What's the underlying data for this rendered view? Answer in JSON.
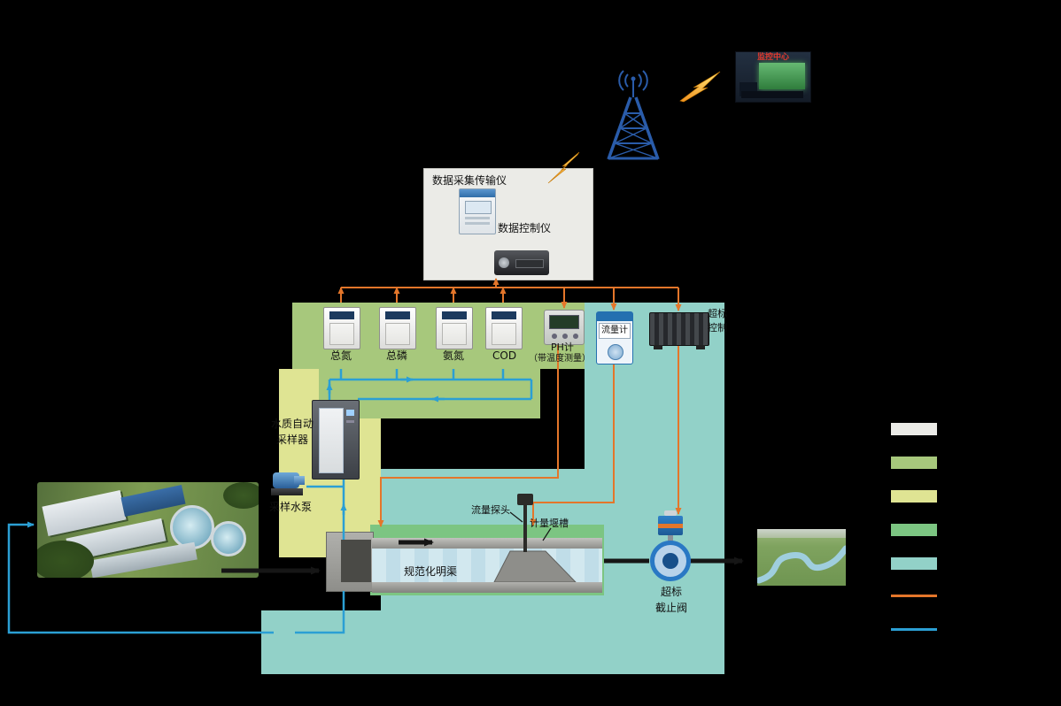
{
  "colors": {
    "background": "#000000",
    "signal_line_orange": "#e4762a",
    "water_line_blue": "#2b9fd4",
    "flow_line_black": "#161616",
    "region_data": "#ebebe7",
    "region_analyzers": "#a7c87c",
    "region_sampling": "#dfe493",
    "region_channel": "#7cc582",
    "region_control": "#92d1c8"
  },
  "monitor_center": {
    "label": "监控中心"
  },
  "databox": {
    "collector_label": "数据采集传输仪",
    "controller_label": "数据控制仪"
  },
  "analyzers": {
    "items": [
      {
        "label": "总氮"
      },
      {
        "label": "总磷"
      },
      {
        "label": "氨氮"
      },
      {
        "label": "COD"
      }
    ]
  },
  "ph_meter": {
    "label": "PH计",
    "note": "（带温度测量）"
  },
  "flow_meter": {
    "label": "流量计"
  },
  "overlimit_controller": {
    "label_line1": "超标",
    "label_line2": "控制"
  },
  "sampler": {
    "label_line1": "水质自动",
    "label_line2": "采样器"
  },
  "sampling_pump": {
    "label": "采样水泵"
  },
  "channel": {
    "label": "规范化明渠",
    "probe_label": "流量探头",
    "weir_label": "计量堰槽"
  },
  "shutoff_valve": {
    "label_line1": "超标",
    "label_line2": "截止阀"
  },
  "legend": {
    "items": [
      {
        "name": "region-data",
        "kind": "swatch",
        "color": "#ebebe7"
      },
      {
        "name": "region-analyzers",
        "kind": "swatch",
        "color": "#a7c87c"
      },
      {
        "name": "region-sampling",
        "kind": "swatch",
        "color": "#dfe493"
      },
      {
        "name": "region-channel",
        "kind": "swatch",
        "color": "#7cc582"
      },
      {
        "name": "region-control",
        "kind": "swatch",
        "color": "#92d1c8"
      },
      {
        "name": "signal-line",
        "kind": "line",
        "color": "#e4762a"
      },
      {
        "name": "water-line",
        "kind": "line",
        "color": "#2b9fd4"
      }
    ]
  }
}
